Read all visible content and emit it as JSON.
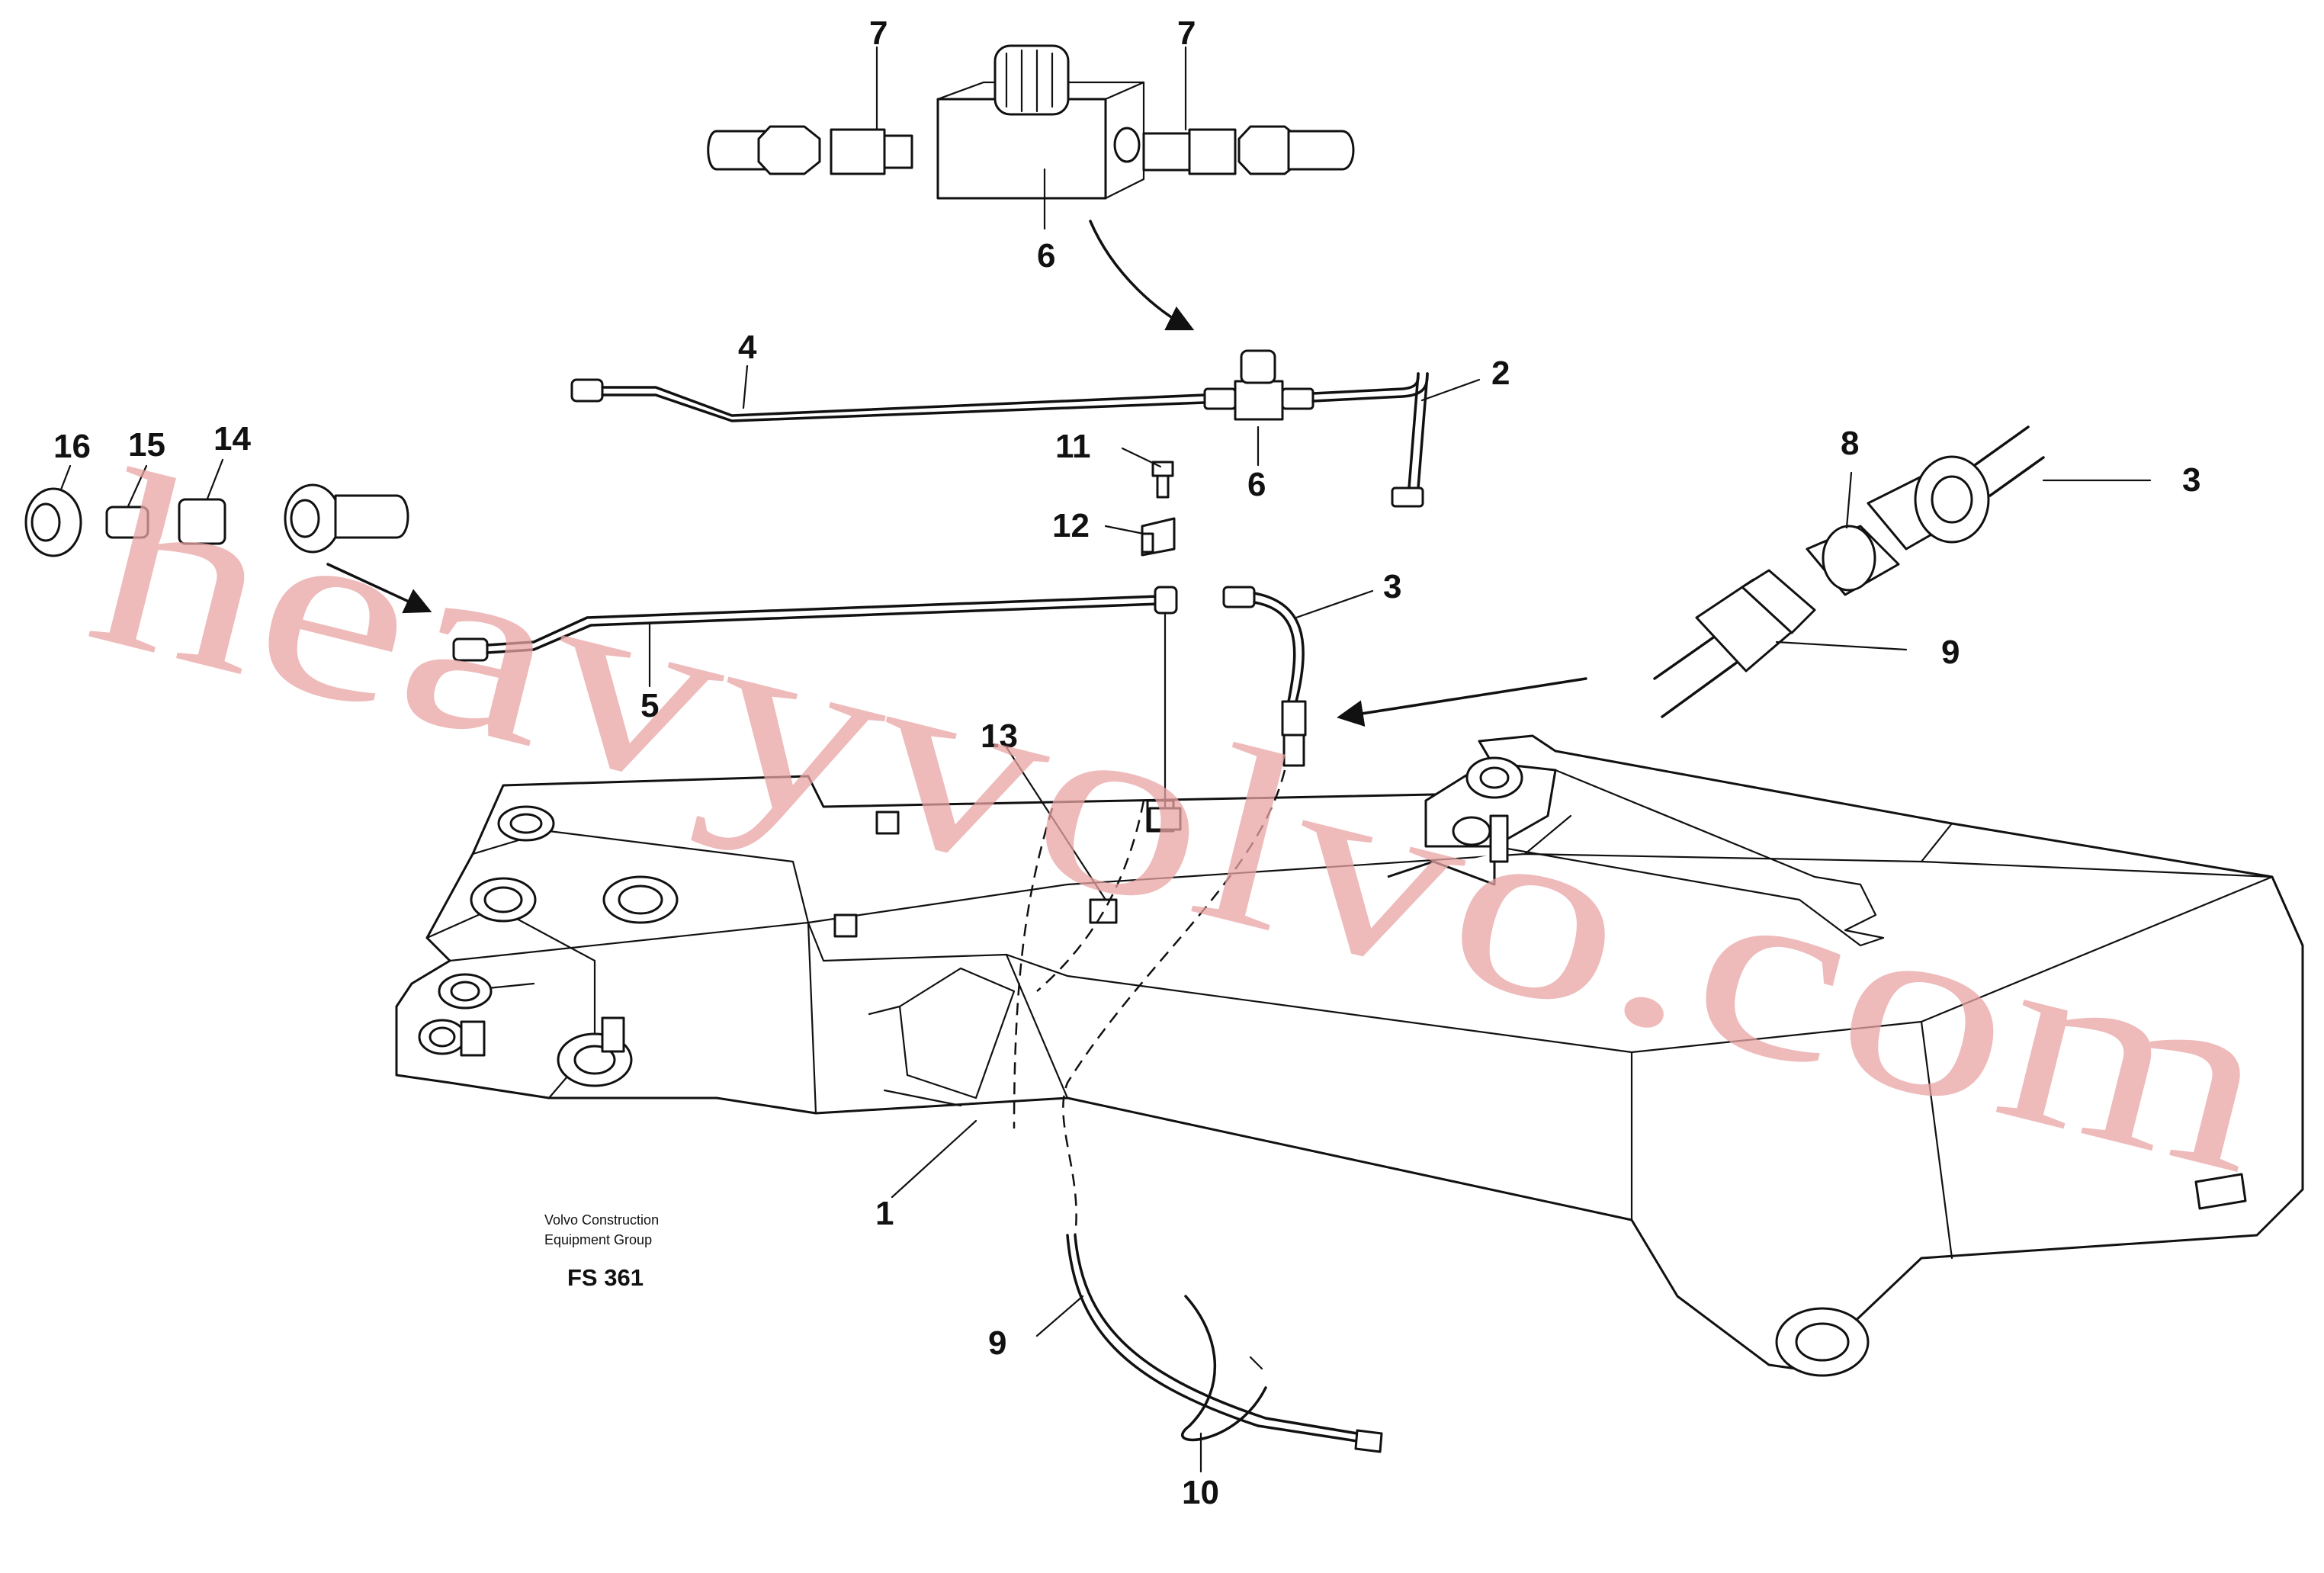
{
  "footer": {
    "company_line1": "Volvo Construction",
    "company_line2": "Equipment Group",
    "code": "FS 361"
  },
  "watermark": "heavyvolvo.com",
  "callouts": {
    "c1": "1",
    "c2": "2",
    "c3a": "3",
    "c3b": "3",
    "c4": "4",
    "c5": "5",
    "c6a": "6",
    "c6b": "6",
    "c7a": "7",
    "c7b": "7",
    "c8": "8",
    "c9a": "9",
    "c9b": "9",
    "c10": "10",
    "c11": "11",
    "c12": "12",
    "c13": "13",
    "c14": "14",
    "c15": "15",
    "c16": "16"
  }
}
